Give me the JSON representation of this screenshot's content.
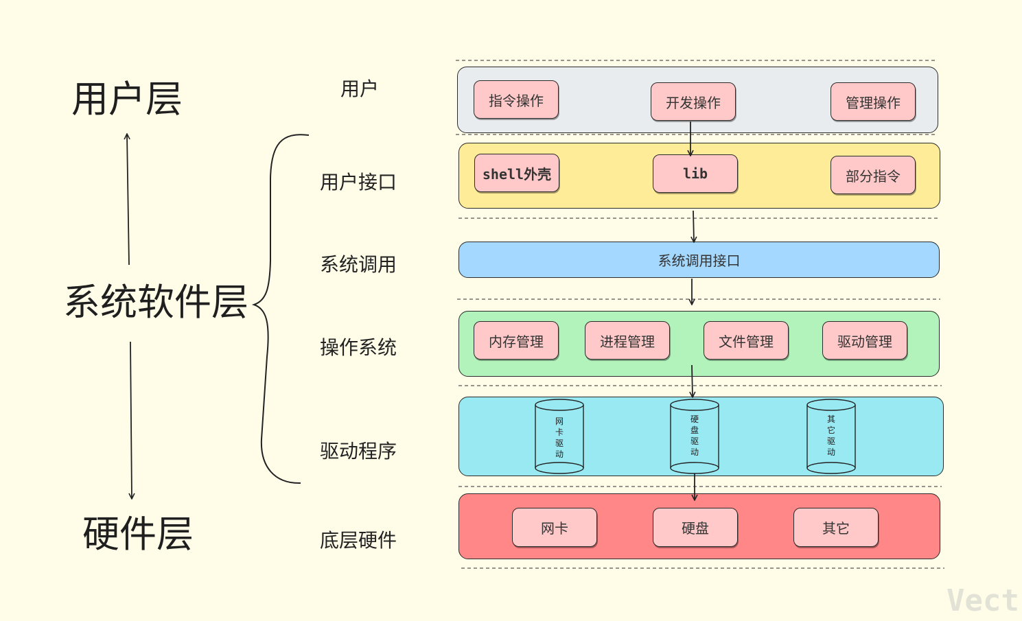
{
  "left_layers": {
    "user": "用户层",
    "system": "系统软件层",
    "hardware": "硬件层"
  },
  "rows": {
    "user": "用户",
    "user_interface": "用户接口",
    "syscall": "系统调用",
    "os": "操作系统",
    "driver": "驱动程序",
    "hardware": "底层硬件"
  },
  "user_band": {
    "items": [
      "指令操作",
      "开发操作",
      "管理操作"
    ],
    "color": "#e9ecef"
  },
  "interface_band": {
    "items": [
      "shell外壳",
      "lib",
      "部分指令"
    ],
    "color": "#ffec99"
  },
  "syscall_band": {
    "label": "系统调用接口",
    "color": "#a5d8ff"
  },
  "os_band": {
    "items": [
      "内存管理",
      "进程管理",
      "文件管理",
      "驱动管理"
    ],
    "color": "#b2f2bb"
  },
  "driver_band": {
    "items": [
      "网卡驱动",
      "硬盘驱动",
      "其它驱动"
    ],
    "color": "#99e9f2"
  },
  "hardware_band": {
    "items": [
      "网卡",
      "硬盘",
      "其它"
    ],
    "color": "#ff8787"
  },
  "chip_color": "#ffc9c9",
  "watermark": "Vect"
}
